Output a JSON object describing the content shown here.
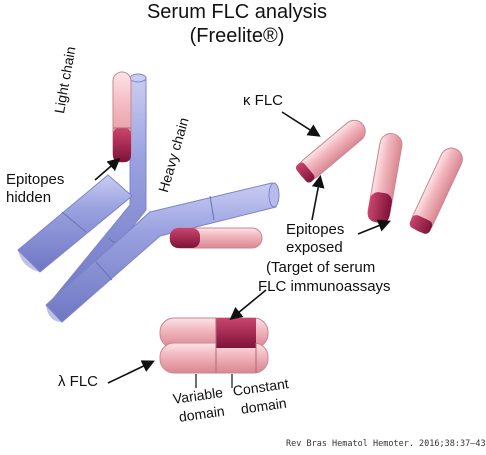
{
  "title": "Serum FLC analysis",
  "subtitle": "(Freelite®)",
  "labels": {
    "light_chain": "Light chain",
    "heavy_chain": "Heavy chain",
    "epitopes_hidden_1": "Epitopes",
    "epitopes_hidden_2": "hidden",
    "kappa_flc": "κ  FLC",
    "epitopes_exposed_1": "Epitopes",
    "epitopes_exposed_2": "exposed",
    "target_1": "(Target of serum",
    "target_2": "FLC immunoassays",
    "lambda_flc": "λ FLC",
    "variable_1": "Variable",
    "variable_2": "domain",
    "constant_1": "Constant",
    "constant_2": "domain"
  },
  "citation": "Rev Bras Hematol Hemoter. 2016;38:37–43",
  "colors": {
    "heavy_chain": "#8f97d6",
    "light_chain": "#f0b9c0",
    "epitope": "#9a1f4c",
    "background": "#ffffff"
  }
}
